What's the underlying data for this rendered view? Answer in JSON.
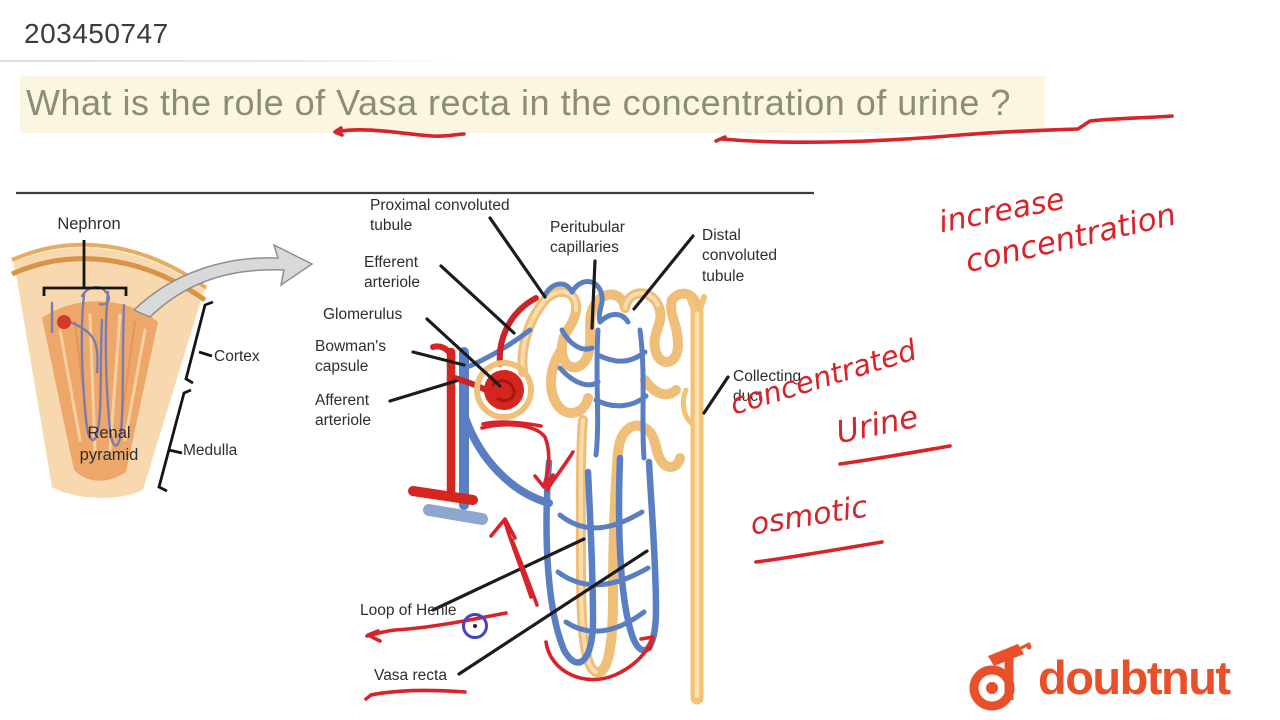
{
  "header": {
    "question_id": "203450747",
    "question": "What is the role of Vasa recta in the concentration of urine ?",
    "highlight_color": "#faf6e2",
    "question_text_color": "#8e8c74"
  },
  "inset": {
    "nephron_label": "Nephron",
    "cortex_label": "Cortex",
    "medulla_label": "Medulla",
    "renal_pyramid_label": "Renal\npyramid"
  },
  "diagram": {
    "labels": {
      "proximal_convoluted_tubule": "Proximal convoluted\ntubule",
      "efferent_arteriole": "Efferent\narteriole",
      "glomerulus": "Glomerulus",
      "bowmans_capsule": "Bowman's\ncapsule",
      "afferent_arteriole": "Afferent\narteriole",
      "peritubular_capillaries": "Peritubular\ncapillaries",
      "distal_convoluted_tubule": "Distal\nconvoluted\ntubule",
      "collecting_duct": "Collecting\nduct",
      "loop_of_henle": "Loop of Henle",
      "vasa_recta": "Vasa recta"
    }
  },
  "annotations": {
    "ink_color": "#d8232a",
    "increase": "increase",
    "concentration": "concentration",
    "concentrated": "concentrated",
    "urine": "Urine",
    "osmotic": "osmotic"
  },
  "brand": {
    "name": "doubtnut",
    "color": "#e8502a"
  }
}
